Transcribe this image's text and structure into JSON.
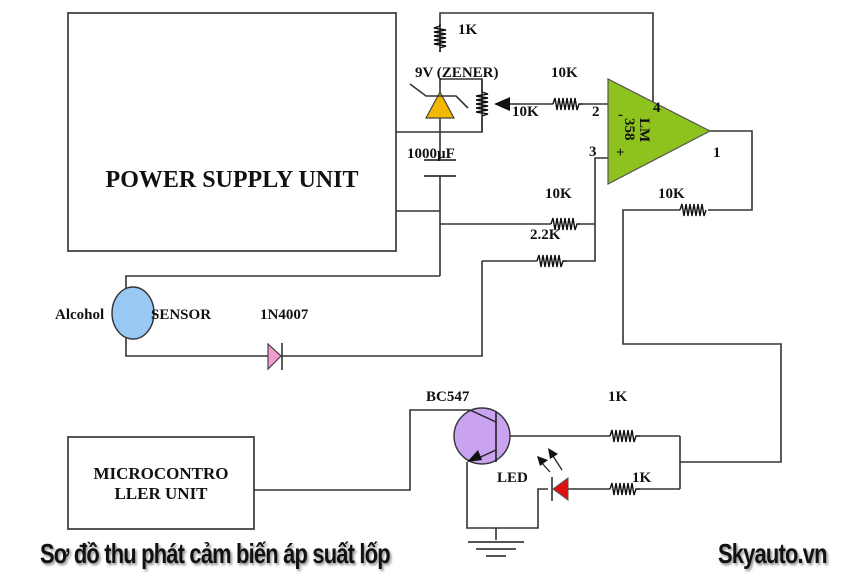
{
  "blocks": {
    "power_supply": "POWER SUPPLY UNIT",
    "microcontroller_line1": "MICROCONTRO",
    "microcontroller_line2": "LLER UNIT"
  },
  "components": {
    "r_top": "1K",
    "zener": "9V (ZENER)",
    "pot": "10K",
    "r_input": "10K",
    "capacitor": "1000µF",
    "r_noninv": "10K",
    "r_sensor": "2.2K",
    "r_feedback": "10K",
    "opamp_line1": "LM",
    "opamp_line2": "358",
    "pin_inv": "2",
    "pin_noninv": "3",
    "pin_out": "1",
    "pin_vcc": "4",
    "sign_minus": "-",
    "sign_plus": "+",
    "sensor_left": "Alcohol",
    "sensor_right": "SENSOR",
    "diode": "1N4007",
    "transistor": "BC547",
    "r_base": "1K",
    "r_led": "1K",
    "led": "LED"
  },
  "colors": {
    "opamp": "#8DC21F",
    "zener": "#F5B800",
    "sensor": "#99C8F5",
    "diode": "#F49AD0",
    "transistor": "#C9A2F0",
    "led": "#E01010"
  },
  "captions": {
    "title": "Sơ đồ thu phát cảm biến áp suất lốp",
    "brand": "Skyauto.vn"
  }
}
